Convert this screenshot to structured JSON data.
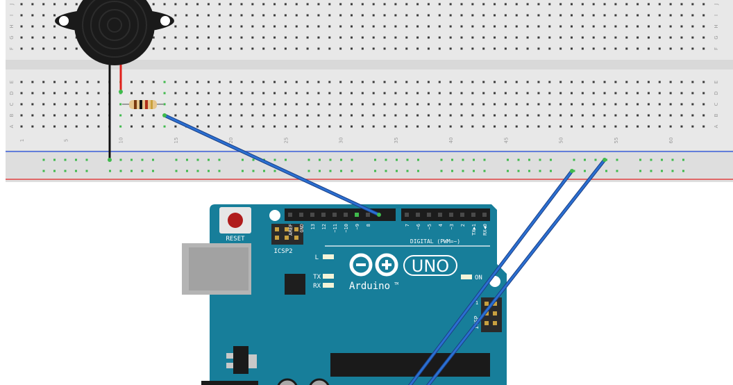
{
  "breadboard": {
    "row_letters_top": [
      "J",
      "I",
      "H",
      "G",
      "F"
    ],
    "row_letters_bottom": [
      "E",
      "D",
      "C",
      "B",
      "A"
    ],
    "column_numbers": [
      "1",
      "5",
      "10",
      "15",
      "20",
      "25",
      "30",
      "35",
      "40",
      "45",
      "50",
      "55",
      "60"
    ]
  },
  "arduino": {
    "reset_label": "RESET",
    "icsp2_label": "ICSP2",
    "icsp_label": "ICSP",
    "l_label": "L",
    "tx_label": "TX",
    "rx_label": "RX",
    "on_label": "ON",
    "brand_label": "Arduino",
    "tm_label": "TM",
    "model_label": "UNO",
    "digital_label": "DIGITAL (PWM=~)",
    "pin_labels_left": [
      "AREF",
      "GND",
      "13",
      "12",
      "~11",
      "~10",
      "~9",
      "8"
    ],
    "pin_labels_right": [
      "7",
      "~6",
      "~5",
      "4",
      "~3",
      "2",
      "TX▶1",
      "RX◀0"
    ],
    "icsp_pin_one": "1"
  },
  "colors": {
    "board_bg": "#d8d8d8",
    "board_face": "#e9e9e9",
    "arduino_blue": "#177e9a",
    "wire_blue": "#2b6fd1",
    "wire_red": "#e0201b",
    "wire_black": "#111111",
    "rail_red": "#e04040",
    "rail_blue": "#3a5fd9",
    "hole_active": "#3fba4c"
  }
}
